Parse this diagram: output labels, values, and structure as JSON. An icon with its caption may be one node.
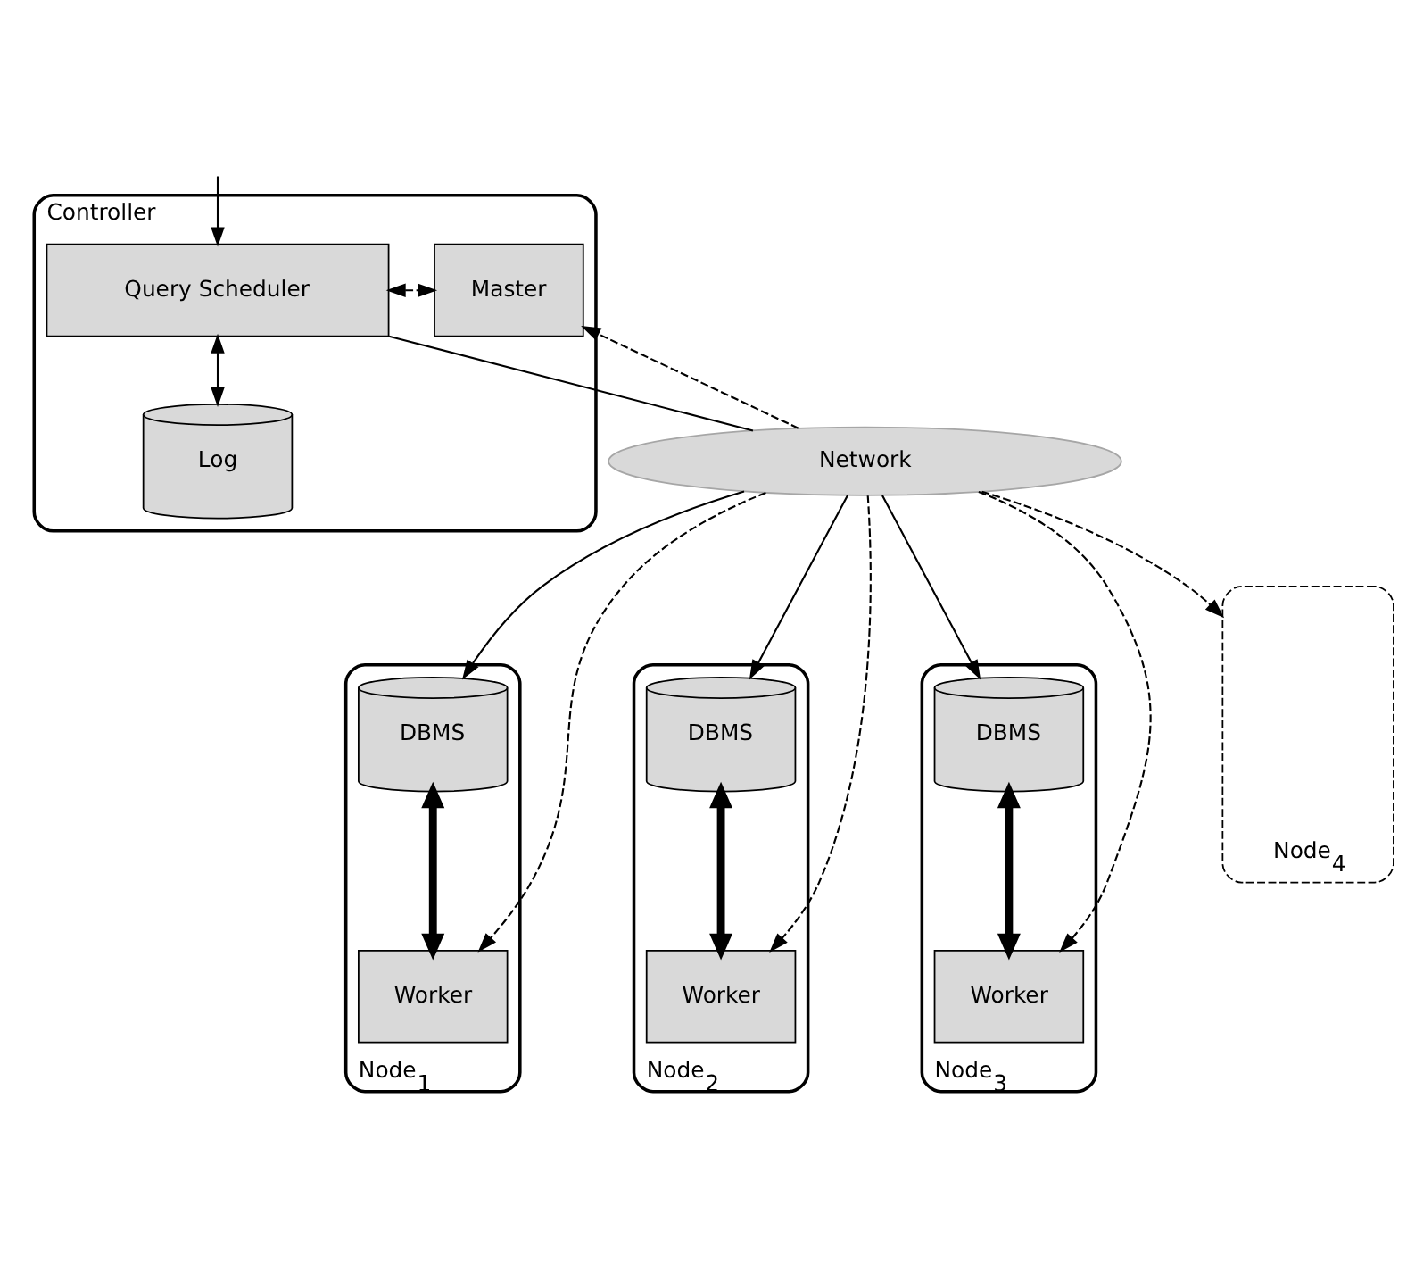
{
  "diagram": {
    "nodes": [
      {
        "text": [
          "Controller"
        ]
      },
      {
        "text": [
          "Query Scheduler"
        ],
        "in": 0
      },
      {
        "text": [
          "Log"
        ],
        "in": 0
      },
      {
        "text": [
          "Master"
        ],
        "in": 0
      },
      {
        "text": [
          "Network"
        ]
      },
      {
        "text": [
          "Node$_{1}$"
        ]
      },
      {
        "text": [
          "DBMS"
        ],
        "in": 5
      },
      {
        "text": [
          "Worker"
        ],
        "in": 5
      },
      {
        "text": [
          "Node$_{2}$"
        ]
      },
      {
        "text": [
          "DBMS"
        ],
        "in": 8
      },
      {
        "text": [
          "Worker"
        ],
        "in": 8
      },
      {
        "text": [
          "Node$_{3}$"
        ]
      },
      {
        "text": [
          "DBMS"
        ],
        "in": 11
      },
      {
        "text": [
          "Worker"
        ],
        "in": 11
      },
      {
        "text": [
          "Node$_{4}$"
        ]
      }
    ],
    "edges": [
      {
        "from": null,
        "to": 1,
        "arrow": "to"
      },
      {
        "from": 1,
        "to": 2,
        "arrow": "both"
      },
      {
        "from": 1,
        "to": 3,
        "arrow": "both",
        "style": "dashed"
      },
      {
        "from": 1,
        "to": 4,
        "arrow": "none"
      },
      {
        "from": 4,
        "to": 3,
        "arrow": "to",
        "style": "dashed"
      },
      {
        "from": 4,
        "to": 6,
        "arrow": "to"
      },
      {
        "from": 4,
        "to": 9,
        "arrow": "to"
      },
      {
        "from": 4,
        "to": 12,
        "arrow": "to"
      },
      {
        "from": 6,
        "to": 7,
        "arrow": "both",
        "style": "thick"
      },
      {
        "from": 9,
        "to": 10,
        "arrow": "both",
        "style": "thick"
      },
      {
        "from": 12,
        "to": 13,
        "arrow": "both",
        "style": "thick"
      },
      {
        "from": 4,
        "to": 7,
        "arrow": "to",
        "style": "dashed"
      },
      {
        "from": 4,
        "to": 10,
        "arrow": "to",
        "style": "dashed"
      },
      {
        "from": 4,
        "to": 13,
        "arrow": "to",
        "style": "dashed"
      },
      {
        "from": 4,
        "to": 14,
        "arrow": "to",
        "style": "dashed"
      }
    ]
  }
}
